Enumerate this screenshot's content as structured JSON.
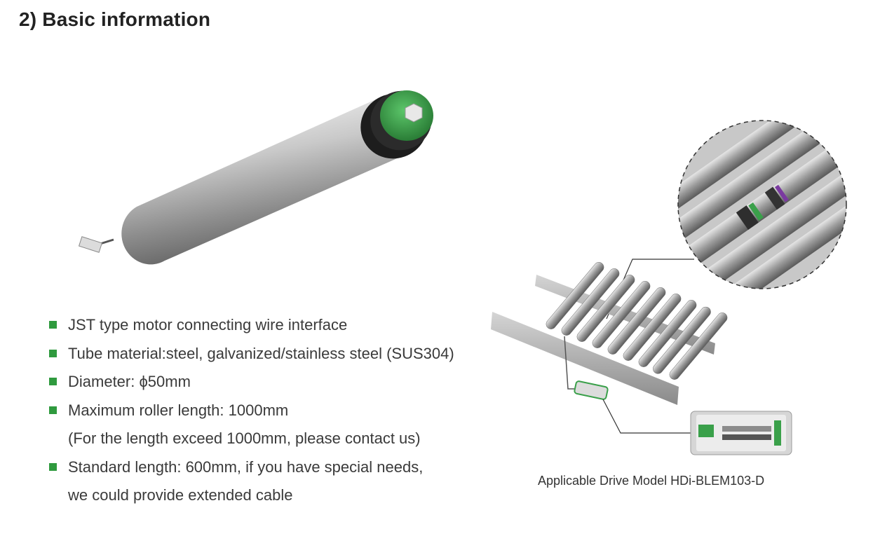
{
  "section": {
    "title": "2) Basic information"
  },
  "specs": {
    "items": [
      "JST type motor connecting wire interface",
      "Tube material:steel, galvanized/stainless steel (SUS304)",
      "Diameter: ϕ50mm",
      "Maximum roller length: 1000mm",
      "(For the length exceed 1000mm, please contact us)",
      "Standard length: 600mm, if you have special needs,",
      "we could provide extended cable"
    ]
  },
  "caption": {
    "text": "Applicable Drive Model HDi-BLEM103-D"
  },
  "colors": {
    "bullet": "#2f9a3e",
    "motor_end_green": "#3aa04a",
    "roller_steel": "#b8b8b8"
  }
}
